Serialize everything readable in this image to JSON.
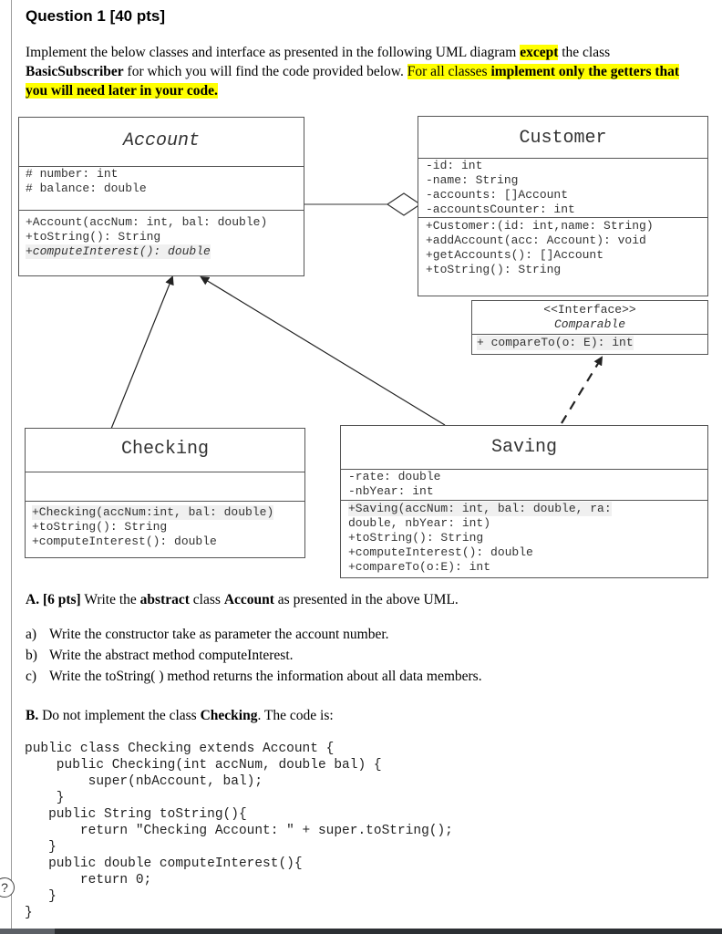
{
  "question": {
    "title": "Question 1 [40 pts]",
    "intro_part1": "Implement the below classes and interface as presented in the following UML diagram ",
    "intro_except": "except",
    "intro_part2": " the class ",
    "intro_basic": "BasicSubscriber",
    "intro_part3": " for which you will find the code provided below. ",
    "intro_hl_a": "For all classes ",
    "intro_hl_b": "implement only the getters that you will need later in your code."
  },
  "uml": {
    "account": {
      "name": "Account",
      "attrs": [
        "# number: int",
        "# balance: double"
      ],
      "methods": [
        "+Account(accNum: int, bal: double)",
        "+toString(): String",
        "+computeInterest(): double"
      ]
    },
    "customer": {
      "name": "Customer",
      "attrs": [
        "-id: int",
        "-name: String",
        "-accounts: []Account",
        "-accountsCounter: int"
      ],
      "methods": [
        "+Customer:(id: int,name: String)",
        "+addAccount(acc: Account): void",
        "+getAccounts(): []Account",
        "+toString(): String"
      ]
    },
    "comparable": {
      "stereotype": "<<Interface>>",
      "name": "Comparable",
      "methods": [
        "+ compareTo(o: E): int"
      ]
    },
    "checking": {
      "name": "Checking",
      "methods": [
        "+Checking(accNum:int, bal: double)",
        "+toString(): String",
        "+computeInterest(): double"
      ]
    },
    "saving": {
      "name": "Saving",
      "attrs": [
        "-rate: double",
        "-nbYear: int"
      ],
      "methods": [
        "+Saving(accNum: int, bal: double, ra:",
        "double, nbYear: int)",
        "+toString(): String",
        "+computeInterest(): double",
        "+compareTo(o:E): int"
      ]
    }
  },
  "part_a": {
    "label": "A.",
    "pts": "[6 pts]",
    "text1": " Write the ",
    "abstract": "abstract",
    "text2": " class ",
    "account": "Account",
    "text3": " as presented in the above UML.",
    "items": [
      {
        "marker": "a)",
        "text": "Write the constructor take as parameter the account number."
      },
      {
        "marker": "b)",
        "text": "Write the abstract method computeInterest."
      },
      {
        "marker": "c)",
        "text": "Write the toString( ) method returns the information about all data members."
      }
    ]
  },
  "part_b": {
    "label": "B.",
    "text1": " Do not implement the class ",
    "checking": "Checking",
    "text2": ". The code is:",
    "code": [
      "public class Checking extends Account {",
      "    public Checking(int accNum, double bal) {",
      "        super(nbAccount, bal);",
      "    }",
      "   public String toString(){",
      "       return \"Checking Account: \" + super.toString();",
      "   }",
      "   public double computeInterest(){",
      "       return 0;",
      "   }",
      "}"
    ]
  },
  "help_icon": "?"
}
